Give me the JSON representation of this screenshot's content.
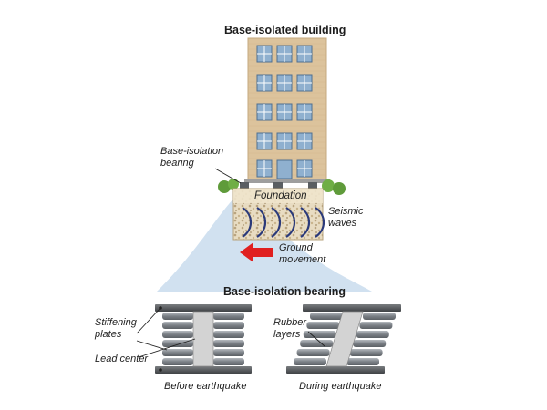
{
  "titles": {
    "building": "Base-isolated building",
    "bearing": "Base-isolation bearing"
  },
  "labels": {
    "base_isolation_bearing": [
      "Base-isolation",
      "bearing"
    ],
    "foundation": "Foundation",
    "seismic_waves": [
      "Seismic",
      "waves"
    ],
    "ground_movement": [
      "Ground",
      "movement"
    ],
    "stiffening_plates": [
      "Stiffening",
      "plates"
    ],
    "lead_center": "Lead center",
    "rubber_layers": [
      "Rubber",
      "layers"
    ],
    "before_earthquake": "Before earthquake",
    "during_earthquake": "During earthquake"
  },
  "colors": {
    "brick": "#dcc39c",
    "window": "#8fb0cf",
    "arrow": "#e02020",
    "callout": "#c9dced",
    "plate": "#56585b",
    "rubber": "#8c9196",
    "lead": "#d3d3d3",
    "wave": "#2b3a7a"
  }
}
